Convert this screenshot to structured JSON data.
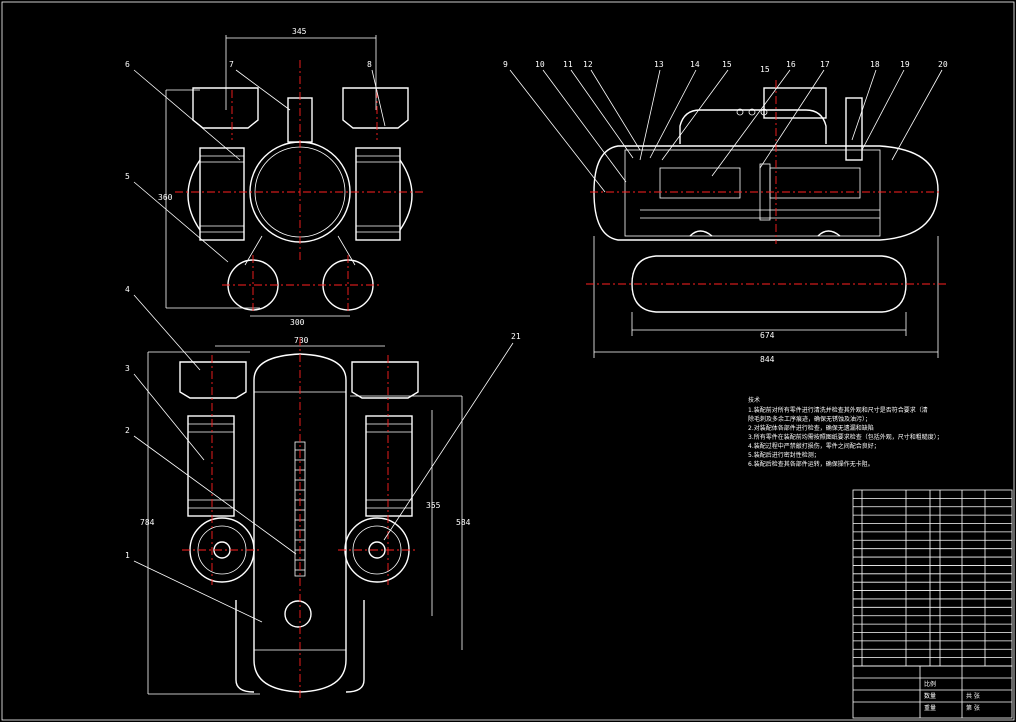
{
  "balloons_front": [
    "6",
    "7",
    "8",
    "5",
    "4",
    "3",
    "2",
    "1",
    "21"
  ],
  "balloons_side": [
    "9",
    "10",
    "11",
    "12",
    "13",
    "14",
    "15",
    "16",
    "17",
    "18",
    "19",
    "20"
  ],
  "dimensions": {
    "top_width": "345",
    "top_height": "360",
    "lower_span": "300",
    "bottom_width": "730",
    "bottom_height": "784",
    "right_inner": "355",
    "right_outer": "584",
    "side_inner": "674",
    "side_outer": "844",
    "side_top": "15"
  },
  "notes_title": "技术",
  "notes": [
    "1.装配前对所有零件进行清洗并检查其外观和尺寸是否符合要求（清",
    "除毛刺及多余工序痕迹，确保无锈蚀及油污）；",
    "2.对装配体各部件进行检查，确保无遗漏和缺陷",
    "3.所有零件在装配前均需按照图纸要求检查（包括外观，尺寸和粗糙度）；",
    "4.装配过程中严禁敲打损伤，零件之间配合良好；",
    "5.装配后进行密封性检测；",
    "6.装配后检查其各部件运转，确保操作无卡阻。"
  ],
  "title_block": {
    "cells": [
      "比例",
      "数量",
      "重量",
      "共 张",
      "第 张"
    ]
  }
}
